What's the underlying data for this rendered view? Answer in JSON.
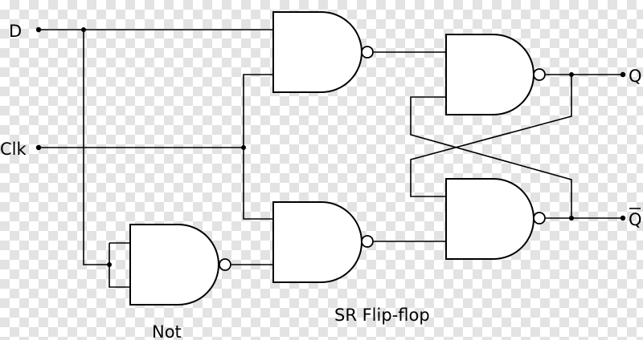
{
  "labels": {
    "d": "D",
    "clk": "Clk",
    "q": "Q",
    "q_bar": "Q",
    "sr_flip_flop": "SR Flip-flop",
    "not": "Not"
  },
  "colors": {
    "line": "#000000",
    "gate_fill": "#ffffff",
    "checker_dark": "#e3e3e3",
    "checker_light": "#ffffff"
  }
}
